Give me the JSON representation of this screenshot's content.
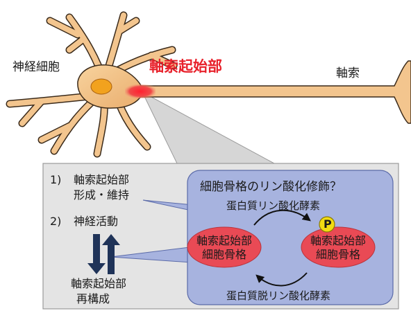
{
  "neuron": {
    "cell_label": "神経細胞",
    "ais_label": "軸索起始部",
    "axon_label": "軸索"
  },
  "panel": {
    "item1_number": "1)",
    "item1_line1": "軸索起始部",
    "item1_line2": "形成・維持",
    "item2_number": "2)",
    "item2_text": "神経活動",
    "bottom_line1": "軸索起始部",
    "bottom_line2": "再構成"
  },
  "bubble": {
    "title": "細胞骨格のリン酸化修飾？",
    "kinase_label": "蛋白質リン酸化酵素",
    "phosphatase_label": "蛋白質脱リン酸化酵素",
    "left_ellipse_line1": "軸索起始部",
    "left_ellipse_line2": "細胞骨格",
    "right_ellipse_line1": "軸索起始部",
    "right_ellipse_line2": "細胞骨格",
    "phospho_symbol": "P"
  },
  "colors": {
    "neuron_fill": "#f3c58e",
    "neuron_outline": "#3a2a1a",
    "ais_red": "#e8202a",
    "panel_bg": "#e4e4e4",
    "bubble_bg": "#a7b3df",
    "ellipse_fill": "#e94a55",
    "phospho_fill": "#f2dc12",
    "arrow_navy": "#1f3358"
  }
}
